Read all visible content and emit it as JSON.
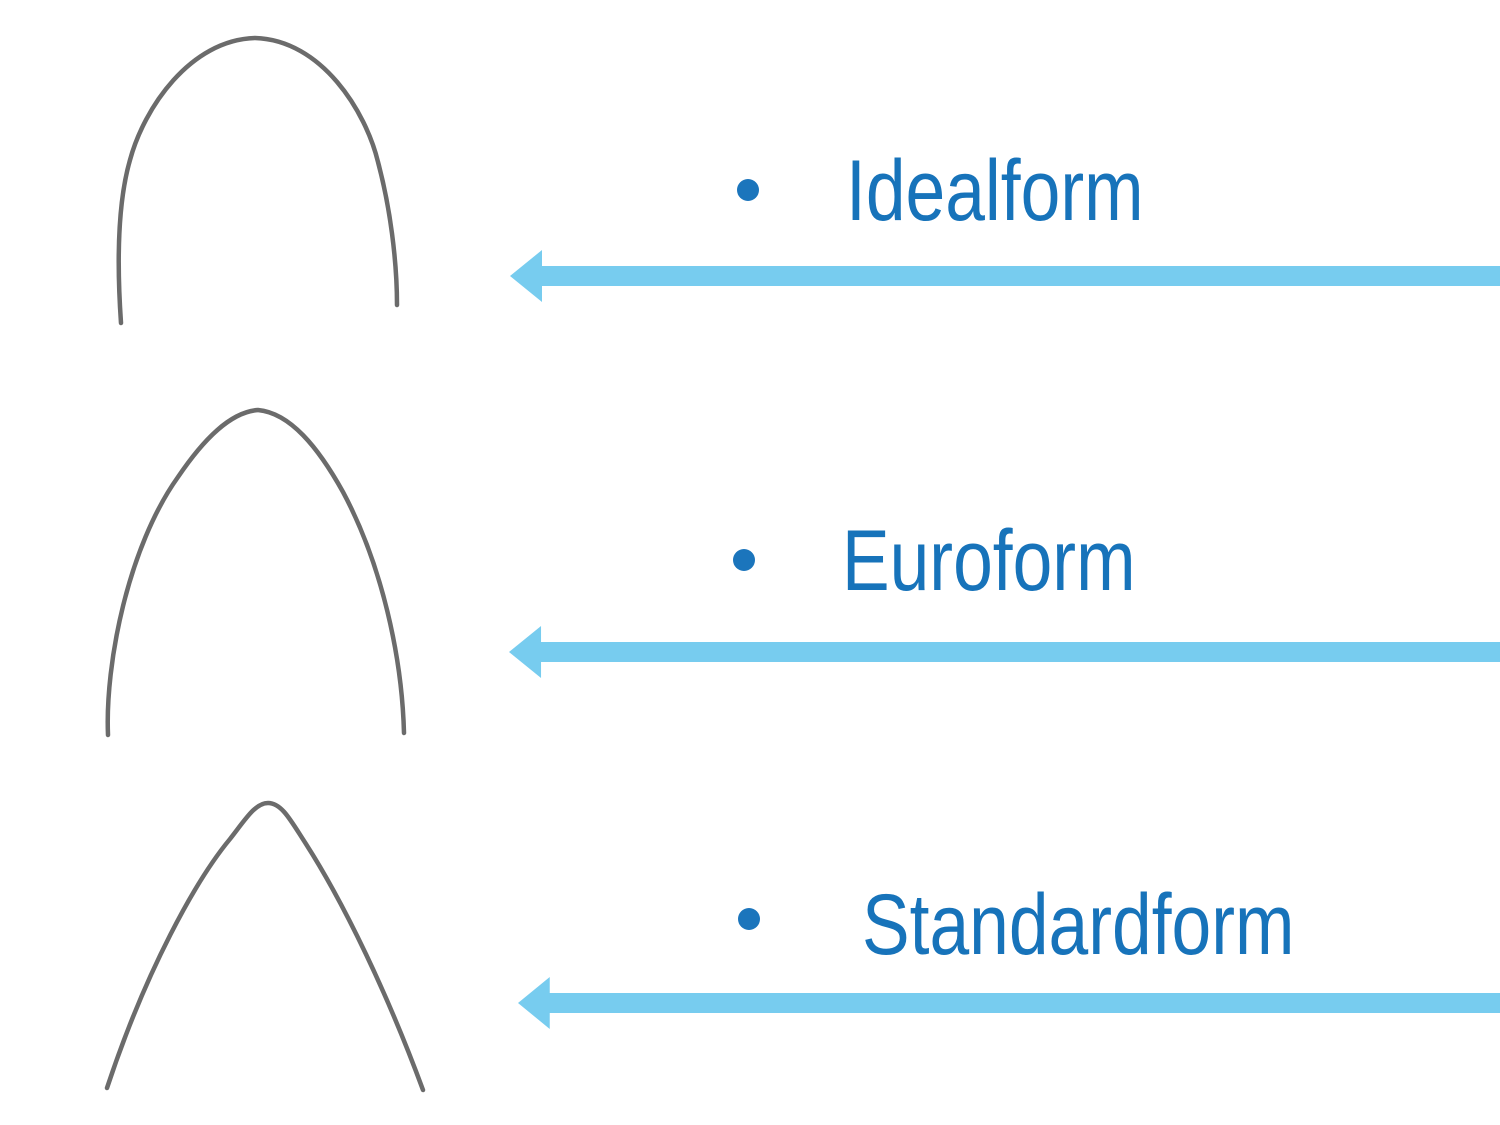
{
  "slide": {
    "description_items": [
      {
        "label": "Idealform"
      },
      {
        "label": "Euroform"
      },
      {
        "label": "Standardform"
      }
    ]
  },
  "colors": {
    "label_blue": "#1773BA",
    "bullet_blue": "#1B75BC",
    "arrow_light_blue": "#77CCEF",
    "wire_gray": "#6B6B6B",
    "background": "#FFFFFF"
  },
  "icons": [
    "idealform-archwire-image",
    "euroform-archwire-image",
    "standardform-archwire-image",
    "left-arrow-icon"
  ]
}
